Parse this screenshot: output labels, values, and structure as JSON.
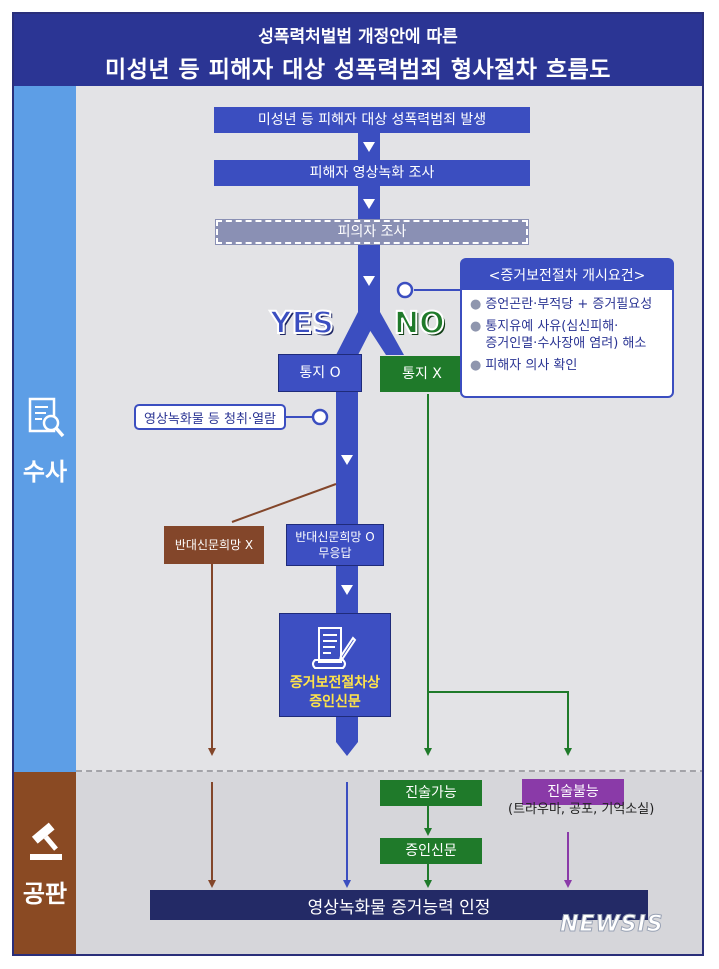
{
  "header": {
    "subtitle": "성폭력처벌법 개정안에 따른",
    "title": "미성년 등 피해자 대상 성폭력범죄 형사절차 흐름도"
  },
  "sides": {
    "investigation": "수사",
    "trial": "공판"
  },
  "steps": {
    "occurrence": "미성년 등 피해자 대상 성폭력범죄 발생",
    "video_investigation": "피해자 영상녹화 조사",
    "suspect_investigation": "피의자 조사"
  },
  "branch": {
    "yes": "YES",
    "no": "NO",
    "notice_o": "통지 O",
    "notice_x": "통지 X"
  },
  "conditions": {
    "title": "<증거보전절차 개시요건>",
    "items": [
      "증언곤란·부적당 + 증거필요성",
      "통지유예 사유(심신피해·\n증거인멸·수사장애 염려) 해소",
      "피해자 의사 확인"
    ],
    "bullet": "●"
  },
  "request": "영상녹화물 등 청취·열람",
  "cross": {
    "no_cross": "반대신문희망 X",
    "cross_yes": "반대신문희망 O\n무응답"
  },
  "evidence": {
    "label": "증거보전절차상\n증인신문"
  },
  "trial": {
    "testify_possible": "진술가능",
    "testify_impossible": "진술불능",
    "impossible_note": "(트라우마, 공포, 기억소실)",
    "witness": "증인신문",
    "final": "영상녹화물 증거능력 인정"
  },
  "watermark": "NEWSIS",
  "colors": {
    "navy": "#2b3594",
    "blue": "#3b4ec0",
    "green": "#1f7a2a",
    "brown": "#83462a",
    "purple": "#8a3aa8",
    "sky": "#5d9ee6",
    "final": "#232a66"
  }
}
